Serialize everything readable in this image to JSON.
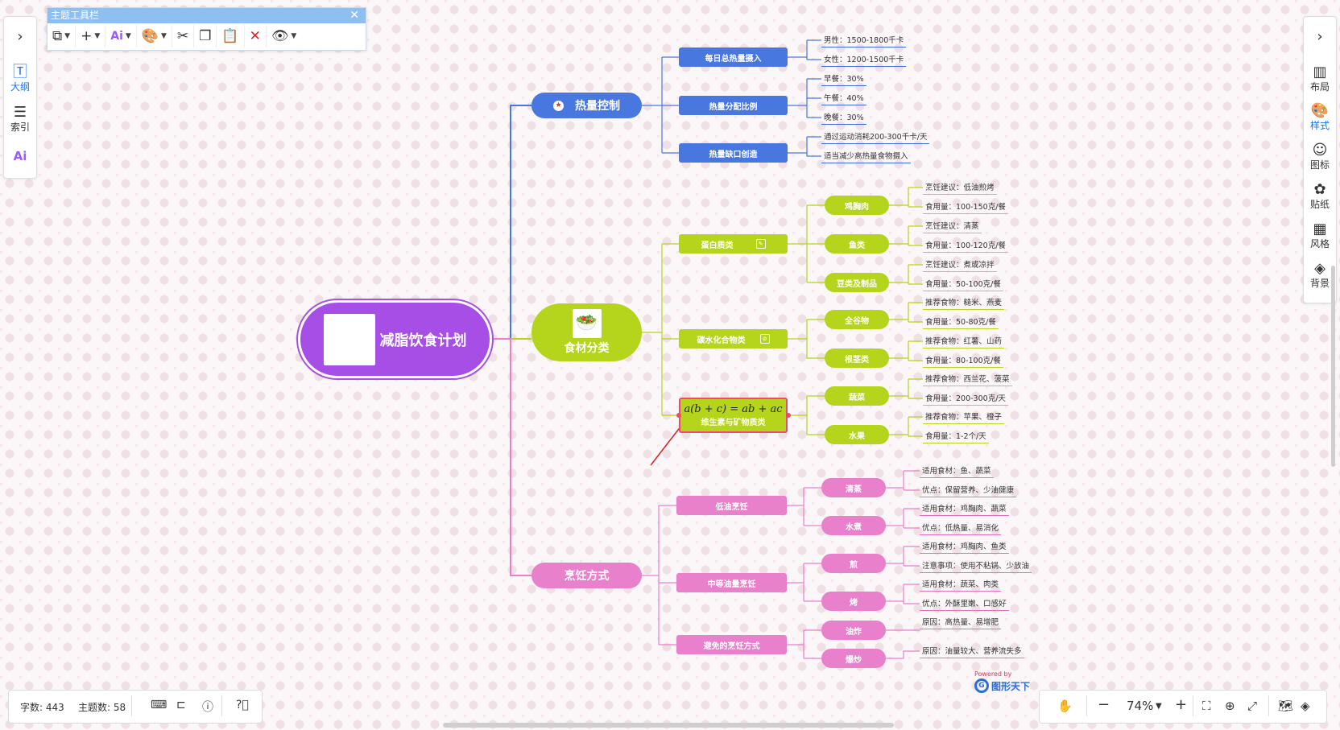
{
  "topic_toolbar": {
    "title": "主题工具栏",
    "close": "✕"
  },
  "left_sidebar": {
    "items": [
      {
        "label": "大纲",
        "icon": "outline-icon"
      },
      {
        "label": "索引",
        "icon": "index-icon"
      },
      {
        "label": "Ai",
        "icon": "ai-icon"
      }
    ]
  },
  "right_sidebar": {
    "items": [
      {
        "label": "布局",
        "icon": "layout-icon"
      },
      {
        "label": "样式",
        "icon": "style-icon"
      },
      {
        "label": "图标",
        "icon": "emoji-icon"
      },
      {
        "label": "贴纸",
        "icon": "sticker-icon"
      },
      {
        "label": "风格",
        "icon": "theme-icon"
      },
      {
        "label": "背景",
        "icon": "background-icon"
      }
    ]
  },
  "status": {
    "word_count": "字数: 443",
    "topic_count": "主题数: 58"
  },
  "zoom": {
    "level": "74%"
  },
  "brand": {
    "powered": "Powered by",
    "name": "图形天下"
  },
  "mindmap": {
    "root": "减脂饮食计划",
    "branches": {
      "heat": {
        "label": "热量控制",
        "subs": [
          {
            "label": "每日总热量摄入",
            "leaves": [
              "男性：1500-1800千卡",
              "女性：1200-1500千卡"
            ]
          },
          {
            "label": "热量分配比例",
            "leaves": [
              "早餐：30%",
              "午餐：40%",
              "晚餐：30%"
            ]
          },
          {
            "label": "热量缺口创造",
            "leaves": [
              "通过运动消耗200-300千卡/天",
              "适当减少高热量食物摄入"
            ]
          }
        ]
      },
      "food": {
        "label": "食材分类",
        "subs": [
          {
            "label": "蛋白质类",
            "items": [
              {
                "label": "鸡胸肉",
                "leaves": [
                  "烹饪建议：低油煎烤",
                  "食用量：100-150克/餐"
                ]
              },
              {
                "label": "鱼类",
                "leaves": [
                  "烹饪建议：清蒸",
                  "食用量：100-120克/餐"
                ]
              },
              {
                "label": "豆类及制品",
                "leaves": [
                  "烹饪建议：煮或凉拌",
                  "食用量：50-100克/餐"
                ]
              }
            ]
          },
          {
            "label": "碳水化合物类",
            "items": [
              {
                "label": "全谷物",
                "leaves": [
                  "推荐食物：糙米、燕麦",
                  "食用量：50-80克/餐"
                ]
              },
              {
                "label": "根茎类",
                "leaves": [
                  "推荐食物：红薯、山药",
                  "食用量：80-100克/餐"
                ]
              }
            ]
          },
          {
            "label": "维生素与矿物质类",
            "formula": "a(b + c) = ab + ac",
            "items": [
              {
                "label": "蔬菜",
                "leaves": [
                  "推荐食物：西兰花、菠菜",
                  "食用量：200-300克/天"
                ]
              },
              {
                "label": "水果",
                "leaves": [
                  "推荐食物：苹果、橙子",
                  "食用量：1-2个/天"
                ]
              }
            ]
          }
        ]
      },
      "cook": {
        "label": "烹饪方式",
        "subs": [
          {
            "label": "低油烹饪",
            "items": [
              {
                "label": "清蒸",
                "leaves": [
                  "适用食材：鱼、蔬菜",
                  "优点：保留营养、少油健康"
                ]
              },
              {
                "label": "水煮",
                "leaves": [
                  "适用食材：鸡胸肉、蔬菜",
                  "优点：低热量、易消化"
                ]
              }
            ]
          },
          {
            "label": "中等油量烹饪",
            "items": [
              {
                "label": "煎",
                "leaves": [
                  "适用食材：鸡胸肉、鱼类",
                  "注意事项：使用不粘锅、少放油"
                ]
              },
              {
                "label": "烤",
                "leaves": [
                  "适用食材：蔬菜、肉类",
                  "优点：外酥里嫩、口感好"
                ]
              }
            ]
          },
          {
            "label": "避免的烹饪方式",
            "items": [
              {
                "label": "油炸",
                "leaves": [
                  "原因：高热量、易增肥"
                ]
              },
              {
                "label": "爆炒",
                "leaves": [
                  "原因：油量较大、营养流失多"
                ]
              }
            ]
          }
        ]
      }
    }
  }
}
